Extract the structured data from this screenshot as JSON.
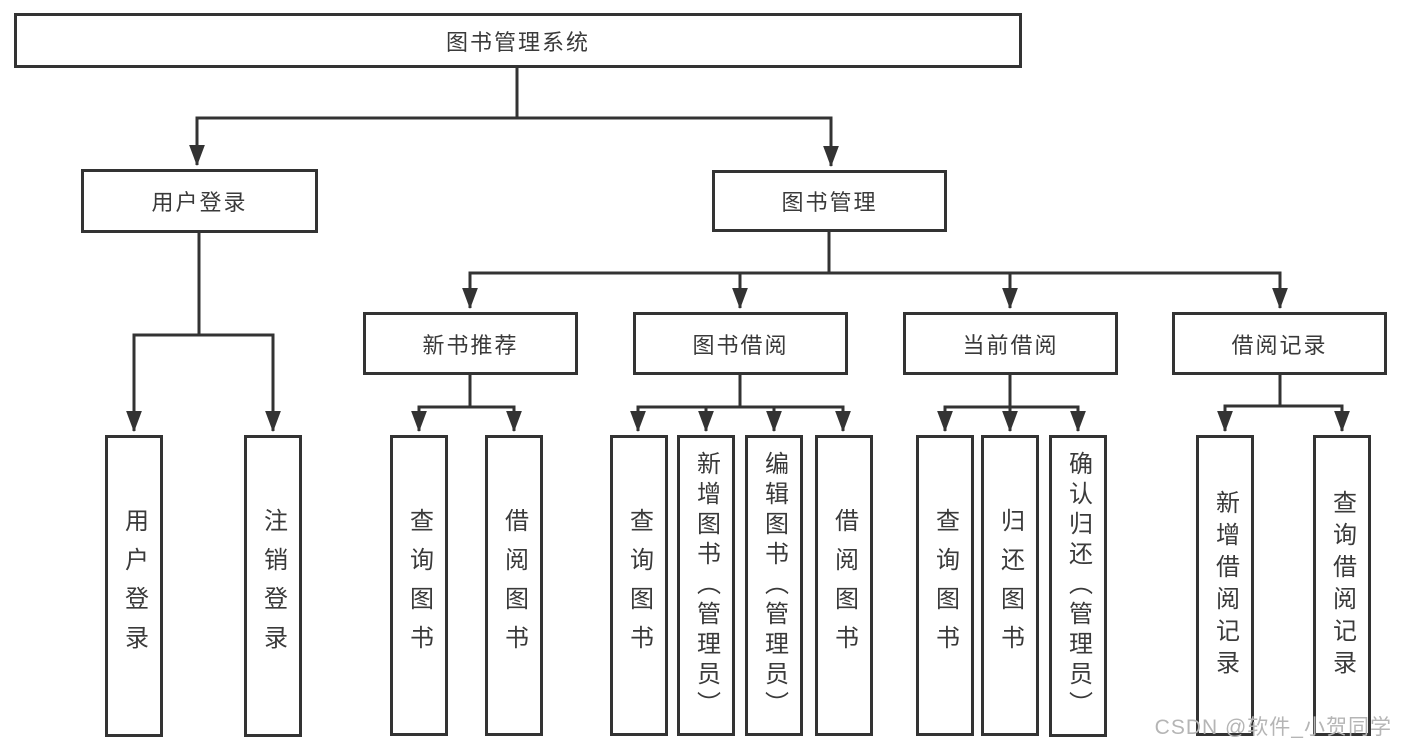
{
  "nodes": {
    "root": {
      "label": "图书管理系统"
    },
    "level2": [
      {
        "label": "用户登录"
      },
      {
        "label": "图书管理"
      }
    ],
    "level3": [
      {
        "label": "新书推荐"
      },
      {
        "label": "图书借阅"
      },
      {
        "label": "当前借阅"
      },
      {
        "label": "借阅记录"
      }
    ],
    "leaves": {
      "login": [
        {
          "label": "用户登录"
        },
        {
          "label": "注销登录"
        }
      ],
      "recommend": [
        {
          "label": "查询图书"
        },
        {
          "label": "借阅图书"
        }
      ],
      "borrow": [
        {
          "label": "查询图书"
        },
        {
          "label": "新增图书（管理员）"
        },
        {
          "label": "编辑图书（管理员）"
        },
        {
          "label": "借阅图书"
        }
      ],
      "current": [
        {
          "label": "查询图书"
        },
        {
          "label": "归还图书"
        },
        {
          "label": "确认归还（管理员）"
        }
      ],
      "records": [
        {
          "label": "新增借阅记录"
        },
        {
          "label": "查询借阅记录"
        }
      ]
    }
  },
  "watermark": {
    "text": "CSDN @软件_小贺同学"
  },
  "colors": {
    "line": "#333333",
    "text": "#3a3a3a",
    "watermark": "#b5b5b5",
    "background": "#ffffff"
  }
}
